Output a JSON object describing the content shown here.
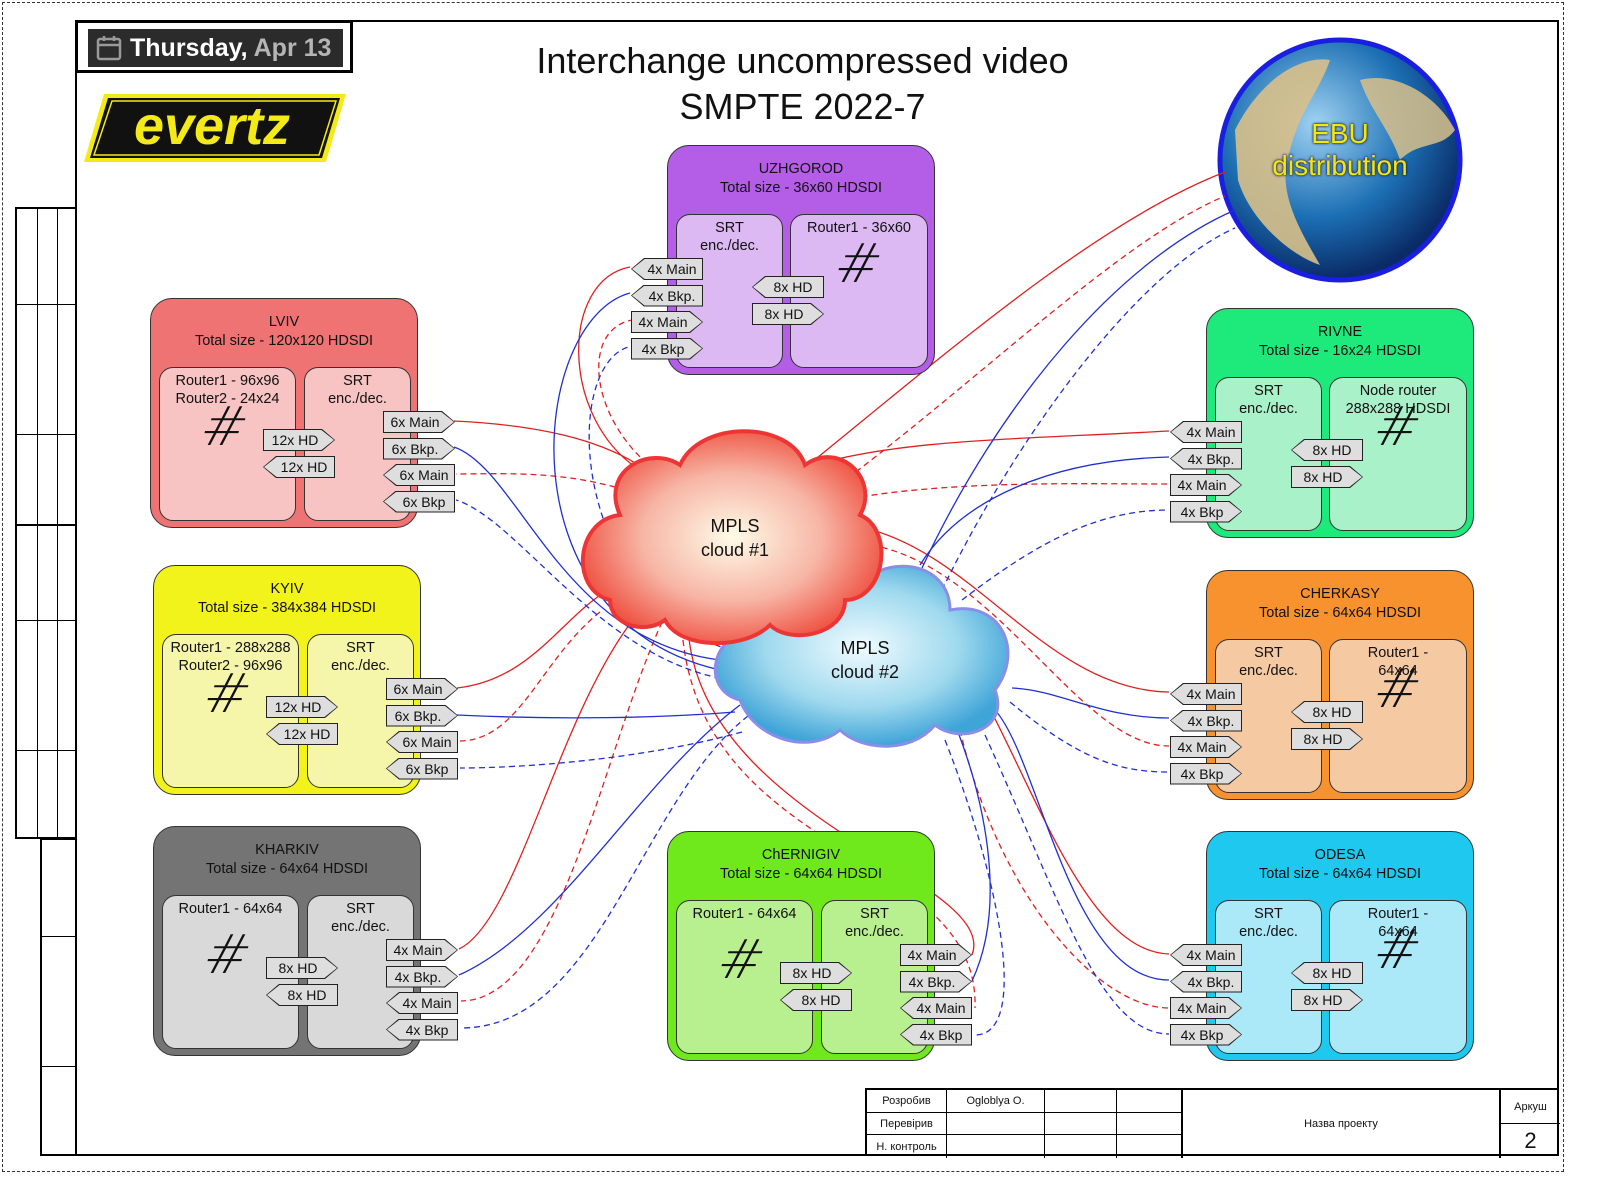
{
  "header": {
    "date_weekday": "Thursday,",
    "date_day": "Apr 13",
    "logo_text": "evertz",
    "title_line1": "Interchange uncompressed video",
    "title_line2": "SMPTE 2022-7"
  },
  "globe": {
    "label_line1": "EBU",
    "label_line2": "distribution"
  },
  "clouds": [
    {
      "line1": "MPLS",
      "line2": "cloud #1"
    },
    {
      "line1": "MPLS",
      "line2": "cloud #2"
    }
  ],
  "colors": {
    "main_link": "#e02020",
    "backup_link": "#2030d0"
  },
  "sites": [
    {
      "id": "uzhgorod",
      "name": "UZHGOROD",
      "size": "Total size - 36x60 HDSDI",
      "color": "#b45de6",
      "inner": "#dcb9f2",
      "mirrored": true,
      "left_panel": [
        "SRT",
        "enc./dec."
      ],
      "right_panel": [
        "Router1 - 36x60"
      ],
      "hd": [
        "8x HD",
        "8x HD"
      ],
      "links": [
        "4x Main",
        "4x Bkp.",
        "4x Main",
        "4x Bkp"
      ]
    },
    {
      "id": "lviv",
      "name": "LVIV",
      "size": "Total size - 120x120 HDSDI",
      "color": "#ef7373",
      "inner": "#f7c3c3",
      "mirrored": false,
      "left_panel": [
        "Router1 - 96x96",
        "Router2 - 24x24"
      ],
      "right_panel": [
        "SRT",
        "enc./dec."
      ],
      "hd": [
        "12x HD",
        "12x HD"
      ],
      "links": [
        "6x Main",
        "6x Bkp.",
        "6x Main",
        "6x Bkp"
      ]
    },
    {
      "id": "kyiv",
      "name": "KYIV",
      "size": "Total size - 384x384 HDSDI",
      "color": "#f3f31c",
      "inner": "#f6f6aa",
      "mirrored": false,
      "left_panel": [
        "Router1 - 288x288",
        "Router2 - 96x96"
      ],
      "right_panel": [
        "SRT",
        "enc./dec."
      ],
      "hd": [
        "12x HD",
        "12x HD"
      ],
      "links": [
        "6x Main",
        "6x Bkp.",
        "6x Main",
        "6x Bkp"
      ]
    },
    {
      "id": "kharkiv",
      "name": "KHARKIV",
      "size": "Total size - 64x64 HDSDI",
      "color": "#747474",
      "inner": "#d9d9d9",
      "mirrored": false,
      "left_panel": [
        "Router1 - 64x64"
      ],
      "right_panel": [
        "SRT",
        "enc./dec."
      ],
      "hd": [
        "8x HD",
        "8x HD"
      ],
      "links": [
        "4x Main",
        "4x Bkp.",
        "4x Main",
        "4x Bkp"
      ]
    },
    {
      "id": "chernigiv",
      "name": "ChERNIGIV",
      "size": "Total size - 64x64 HDSDI",
      "color": "#6fe81c",
      "inner": "#b9f08f",
      "mirrored": false,
      "left_panel": [
        "Router1 - 64x64"
      ],
      "right_panel": [
        "SRT",
        "enc./dec."
      ],
      "hd": [
        "8x HD",
        "8x HD"
      ],
      "links": [
        "4x Main",
        "4x Bkp.",
        "4x Main",
        "4x Bkp"
      ]
    },
    {
      "id": "rivne",
      "name": "RIVNE",
      "size": "Total size - 16x24 HDSDI",
      "color": "#1eea7c",
      "inner": "#a9f1c9",
      "mirrored": true,
      "left_panel": [
        "SRT",
        "enc./dec."
      ],
      "right_panel": [
        "Node router",
        "288x288 HDSDI"
      ],
      "hd": [
        "8x HD",
        "8x HD"
      ],
      "links": [
        "4x Main",
        "4x Bkp.",
        "4x Main",
        "4x Bkp"
      ]
    },
    {
      "id": "cherkasy",
      "name": "CHERKASY",
      "size": "Total size - 64x64 HDSDI",
      "color": "#f7922e",
      "inner": "#f5caa3",
      "mirrored": true,
      "left_panel": [
        "SRT",
        "enc./dec."
      ],
      "right_panel": [
        "Router1 -",
        "64x64"
      ],
      "hd": [
        "8x HD",
        "8x HD"
      ],
      "links": [
        "4x Main",
        "4x Bkp.",
        "4x Main",
        "4x Bkp"
      ]
    },
    {
      "id": "odesa",
      "name": "ODESA",
      "size": "Total size - 64x64 HDSDI",
      "color": "#1ec8ef",
      "inner": "#abe8f8",
      "mirrored": true,
      "left_panel": [
        "SRT",
        "enc./dec."
      ],
      "right_panel": [
        "Router1 -",
        "64x64"
      ],
      "hd": [
        "8x HD",
        "8x HD"
      ],
      "links": [
        "4x Main",
        "4x Bkp.",
        "4x Main",
        "4x Bkp"
      ]
    }
  ],
  "title_block": {
    "developed_label": "Розробив",
    "developed_value": "Ogloblya O.",
    "checked_label": "Перевірив",
    "control_label": "Н. контроль",
    "project_name": "Назва проекту",
    "sheet_label": "Аркуш",
    "sheet_number": "2"
  }
}
